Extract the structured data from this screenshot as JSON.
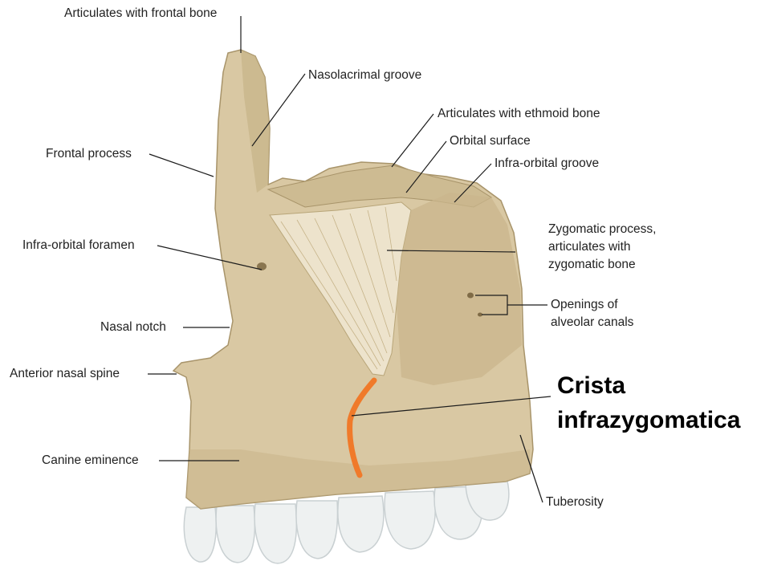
{
  "labels": {
    "articulates_frontal": "Articulates with frontal bone",
    "nasolacrimal_groove": "Nasolacrimal groove",
    "articulates_ethmoid": "Articulates with ethmoid bone",
    "orbital_surface": "Orbital surface",
    "infraorbital_groove": "Infra-orbital groove",
    "frontal_process": "Frontal process",
    "zygomatic_process_1": "Zygomatic process,",
    "zygomatic_process_2": "articulates with",
    "zygomatic_process_3": "zygomatic bone",
    "infraorbital_foramen": "Infra-orbital foramen",
    "openings_1": "Openings of",
    "openings_2": "alveolar canals",
    "nasal_notch": "Nasal notch",
    "anterior_nasal_spine": "Anterior nasal spine",
    "canine_eminence": "Canine eminence",
    "tuberosity": "Tuberosity"
  },
  "highlight": {
    "line1": "Crista",
    "line2": "infrazygomatica",
    "color": "#f07a2a"
  },
  "colors": {
    "bone": "#d9c8a3",
    "bone_shadow": "#b9a47a",
    "bone_light": "#e8dcc0",
    "teeth": "#eef1f1",
    "teeth_shadow": "#c9d0d2"
  }
}
